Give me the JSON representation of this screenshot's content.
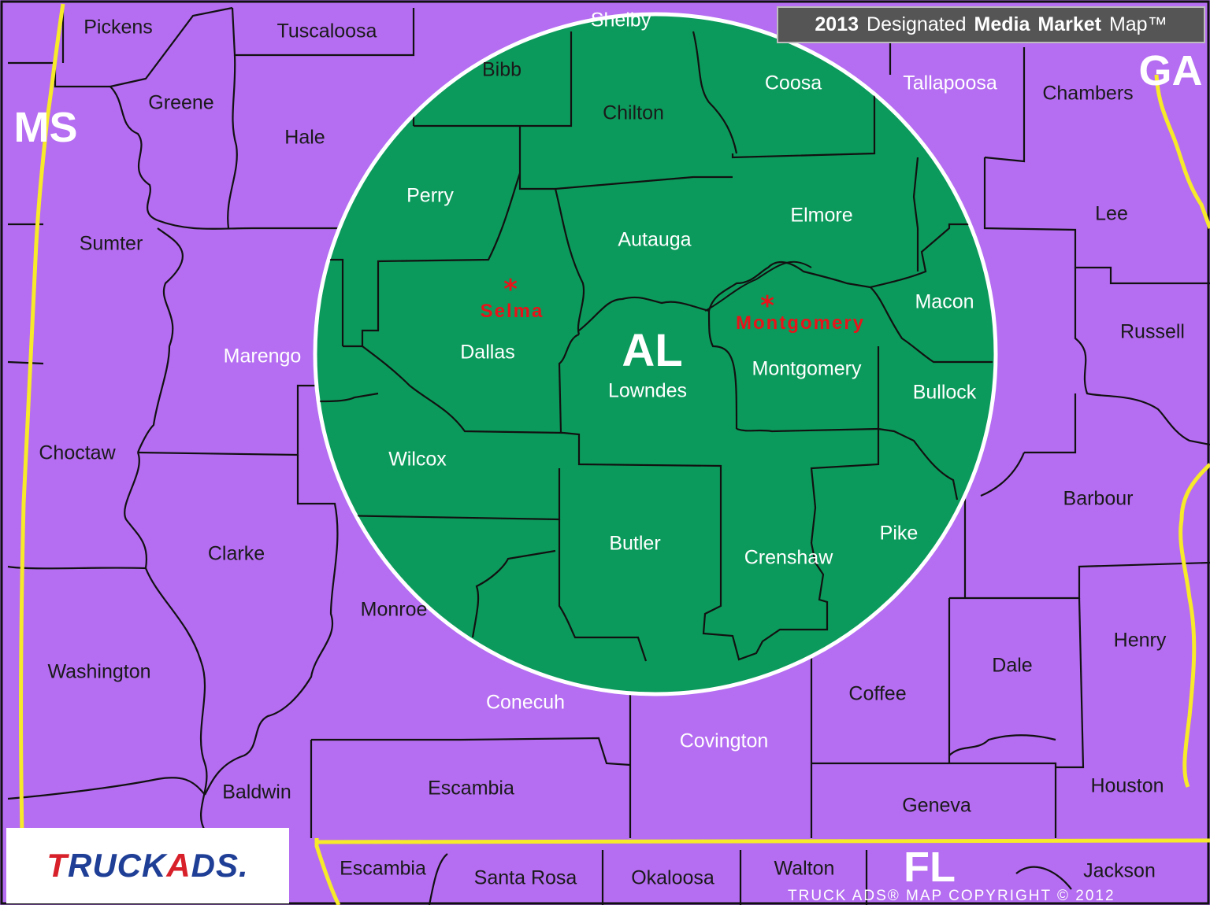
{
  "header": {
    "year": "2013",
    "w1": "Designated",
    "w2": "Media",
    "w3": "Market",
    "w4": "Map™"
  },
  "logo": {
    "part1": "T",
    "part2": "RUCK",
    "part3": "A",
    "part4": "DS."
  },
  "copyright": "TRUCK ADS® MAP COPYRIGHT © 2012",
  "states": {
    "ms": "MS",
    "ga": "GA",
    "al": "AL",
    "fl": "FL"
  },
  "cities": {
    "selma": "Selma",
    "montgomery": "Montgomery"
  },
  "counties": {
    "pickens": "Pickens",
    "tuscaloosa": "Tuscaloosa",
    "shelby": "Shelby",
    "bibb": "Bibb",
    "chilton": "Chilton",
    "coosa": "Coosa",
    "tallapoosa": "Tallapoosa",
    "chambers": "Chambers",
    "greene": "Greene",
    "hale": "Hale",
    "perry": "Perry",
    "autauga": "Autauga",
    "elmore": "Elmore",
    "lee": "Lee",
    "sumter": "Sumter",
    "macon": "Macon",
    "russell": "Russell",
    "marengo": "Marengo",
    "dallas": "Dallas",
    "lowndes": "Lowndes",
    "montgomery": "Montgomery",
    "bullock": "Bullock",
    "choctaw": "Choctaw",
    "wilcox": "Wilcox",
    "barbour": "Barbour",
    "pike": "Pike",
    "butler": "Butler",
    "clarke": "Clarke",
    "crenshaw": "Crenshaw",
    "monroe": "Monroe",
    "henry": "Henry",
    "dale": "Dale",
    "washington": "Washington",
    "coffee": "Coffee",
    "conecuh": "Conecuh",
    "covington": "Covington",
    "baldwin": "Baldwin",
    "escambia_al": "Escambia",
    "houston": "Houston",
    "geneva": "Geneva",
    "escambia_fl": "Escambia",
    "santa_rosa": "Santa Rosa",
    "okaloosa": "Okaloosa",
    "walton": "Walton",
    "jackson": "Jackson"
  },
  "colors": {
    "land": "#b56df1",
    "coverage": "#0c9a5c",
    "state_line": "#f6ea2a",
    "county_line": "#111111",
    "city": "#e8131a"
  }
}
